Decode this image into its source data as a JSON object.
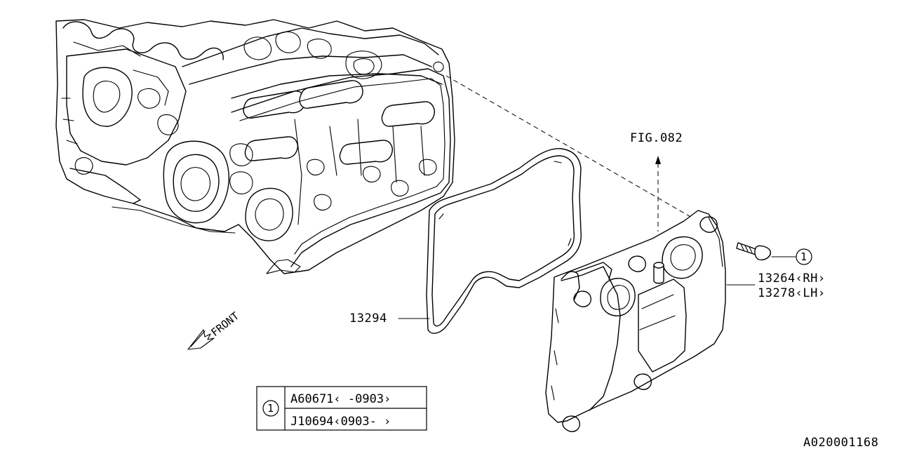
{
  "diagram_code": "A020001168",
  "direction_label": "FRONT",
  "figure_ref": "FIG.082",
  "parts": {
    "gasket": "13294",
    "cover_rh": "13264‹RH›",
    "cover_lh": "13278‹LH›"
  },
  "callout_number": "1",
  "legend": {
    "key": "1",
    "rows": [
      "A60671‹ -0903›",
      "J10694‹0903- ›"
    ]
  }
}
